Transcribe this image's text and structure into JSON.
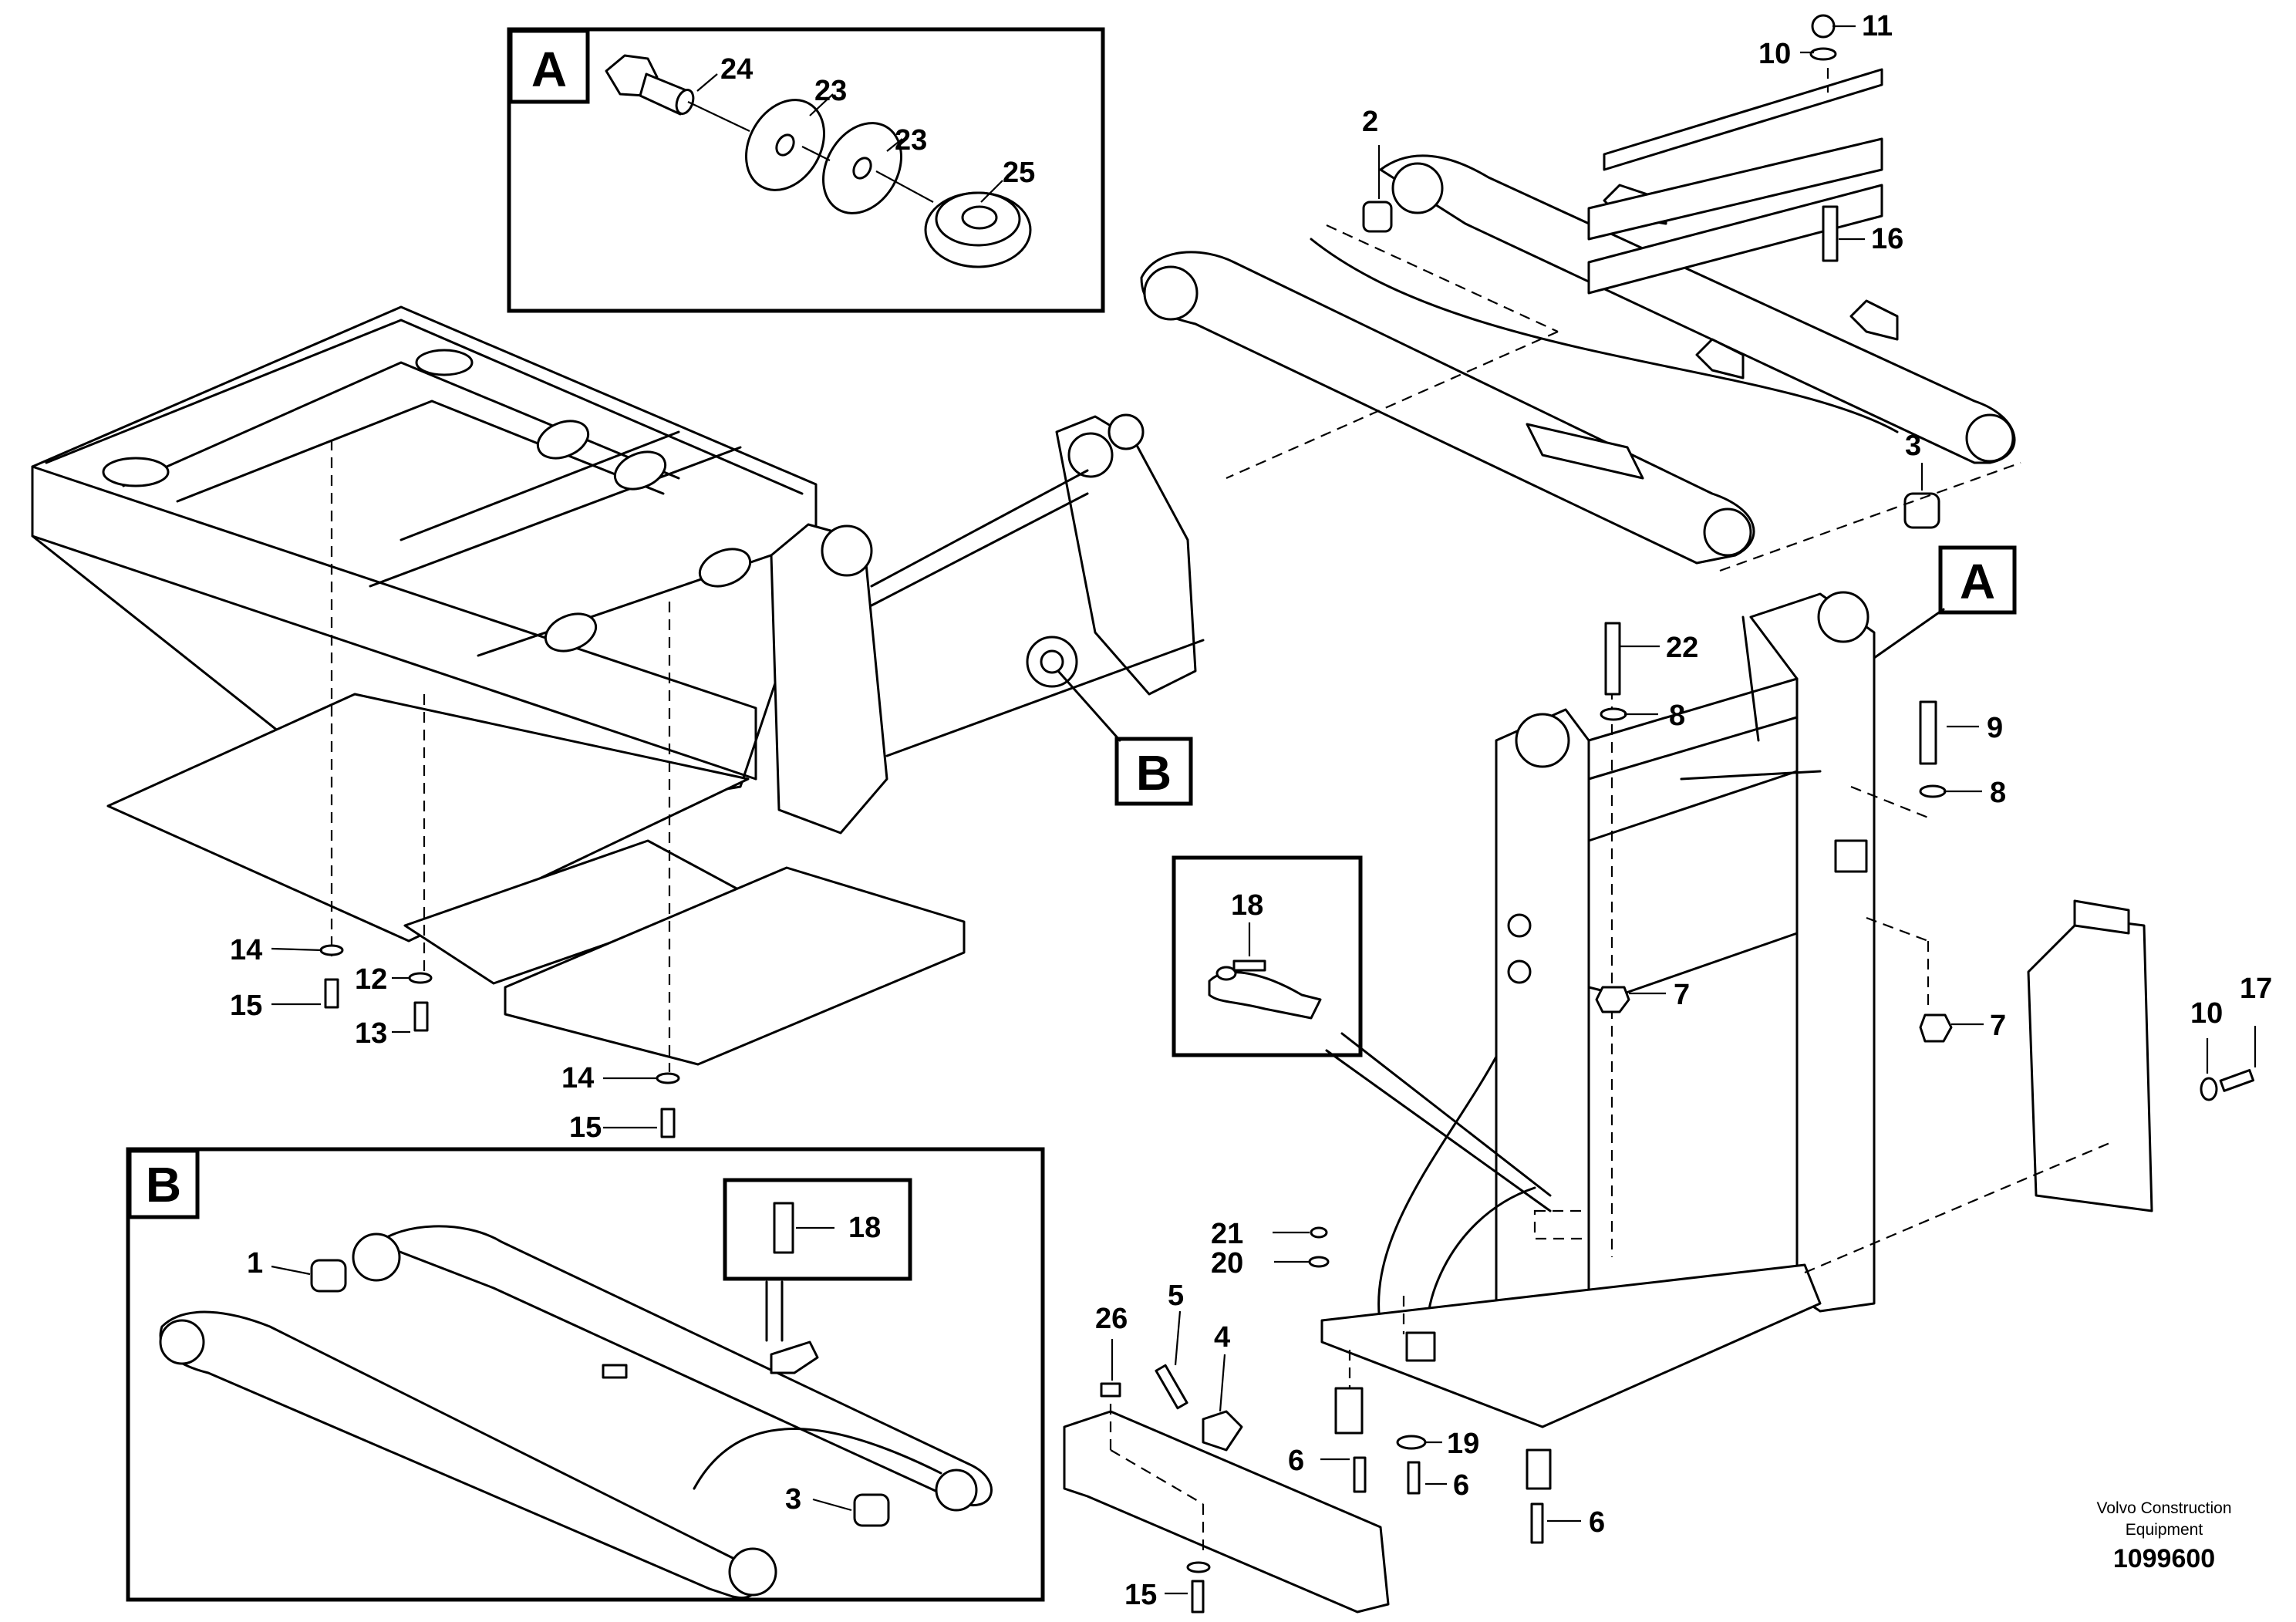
{
  "callouts": {
    "a_box": [
      "24",
      "23",
      "23",
      "25"
    ],
    "b_box": [
      "1",
      "18",
      "3"
    ],
    "mid_box": [
      "18"
    ],
    "top_right": [
      "11",
      "10",
      "2",
      "16",
      "3"
    ],
    "frame_right": [
      "22",
      "8",
      "9",
      "8",
      "7",
      "7",
      "10",
      "17"
    ],
    "lower": [
      "21",
      "20",
      "26",
      "5",
      "4",
      "6",
      "19",
      "6",
      "6",
      "15"
    ],
    "left": [
      "14",
      "12",
      "15",
      "13",
      "14",
      "15"
    ]
  },
  "detail_tags": {
    "a": "A",
    "b": "B",
    "a_pointer": "A",
    "b_pointer": "B"
  },
  "footer": {
    "brand_line1": "Volvo Construction",
    "brand_line2": "Equipment",
    "doc_number": "1099600"
  }
}
